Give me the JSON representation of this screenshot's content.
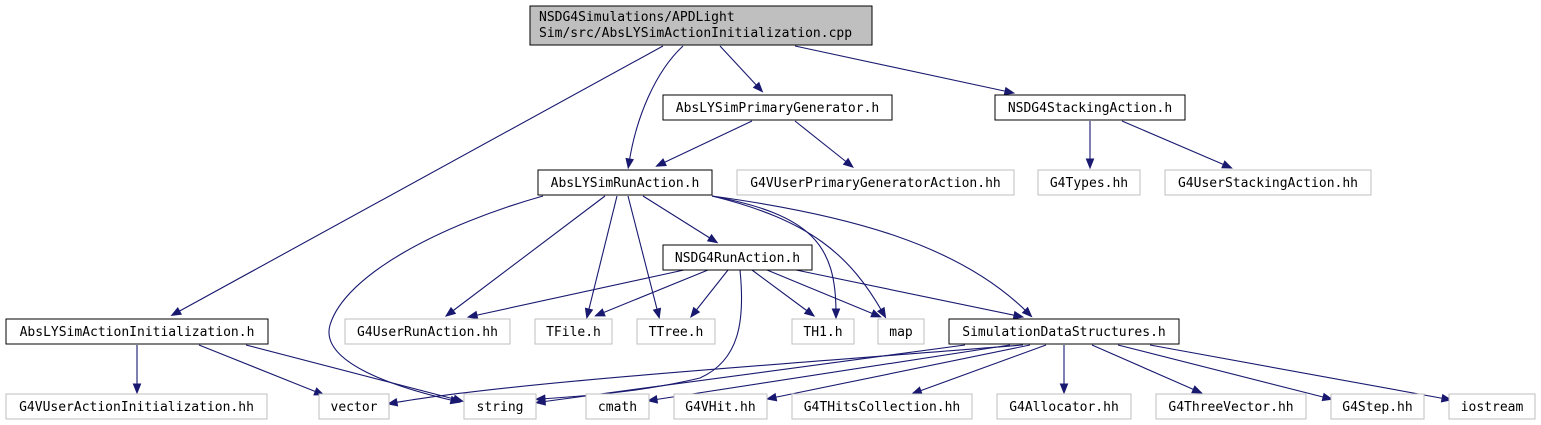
{
  "diagram": {
    "type": "include-dependency-graph",
    "nodes": {
      "root": {
        "lines": [
          "NSDG4Simulations/APDLight",
          "Sim/src/AbsLYSimActionInitialization.cpp"
        ]
      },
      "absLYSimPrimaryGenerator": {
        "label": "AbsLYSimPrimaryGenerator.h"
      },
      "nsdg4StackingAction": {
        "label": "NSDG4StackingAction.h"
      },
      "absLYSimRunAction": {
        "label": "AbsLYSimRunAction.h"
      },
      "g4VUserPrimaryGeneratorAction": {
        "label": "G4VUserPrimaryGeneratorAction.hh"
      },
      "g4Types": {
        "label": "G4Types.hh"
      },
      "g4UserStackingAction": {
        "label": "G4UserStackingAction.hh"
      },
      "nsdg4RunAction": {
        "label": "NSDG4RunAction.h"
      },
      "absLYSimActionInitialization": {
        "label": "AbsLYSimActionInitialization.h"
      },
      "g4UserRunAction": {
        "label": "G4UserRunAction.hh"
      },
      "tFile": {
        "label": "TFile.h"
      },
      "tTree": {
        "label": "TTree.h"
      },
      "th1": {
        "label": "TH1.h"
      },
      "map": {
        "label": "map"
      },
      "simulationDataStructures": {
        "label": "SimulationDataStructures.h"
      },
      "g4VUserActionInitialization": {
        "label": "G4VUserActionInitialization.hh"
      },
      "vector": {
        "label": "vector"
      },
      "string": {
        "label": "string"
      },
      "cmath": {
        "label": "cmath"
      },
      "g4VHit": {
        "label": "G4VHit.hh"
      },
      "g4THitsCollection": {
        "label": "G4THitsCollection.hh"
      },
      "g4Allocator": {
        "label": "G4Allocator.hh"
      },
      "g4ThreeVector": {
        "label": "G4ThreeVector.hh"
      },
      "g4Step": {
        "label": "G4Step.hh"
      },
      "iostream": {
        "label": "iostream"
      }
    },
    "edges": [
      [
        "root",
        "absLYSimActionInitialization"
      ],
      [
        "root",
        "absLYSimRunAction"
      ],
      [
        "root",
        "absLYSimPrimaryGenerator"
      ],
      [
        "root",
        "nsdg4StackingAction"
      ],
      [
        "absLYSimPrimaryGenerator",
        "absLYSimRunAction"
      ],
      [
        "absLYSimPrimaryGenerator",
        "g4VUserPrimaryGeneratorAction"
      ],
      [
        "nsdg4StackingAction",
        "g4Types"
      ],
      [
        "nsdg4StackingAction",
        "g4UserStackingAction"
      ],
      [
        "absLYSimRunAction",
        "nsdg4RunAction"
      ],
      [
        "absLYSimRunAction",
        "g4UserRunAction"
      ],
      [
        "absLYSimRunAction",
        "tFile"
      ],
      [
        "absLYSimRunAction",
        "tTree"
      ],
      [
        "absLYSimRunAction",
        "th1"
      ],
      [
        "absLYSimRunAction",
        "map"
      ],
      [
        "absLYSimRunAction",
        "simulationDataStructures"
      ],
      [
        "absLYSimRunAction",
        "string"
      ],
      [
        "nsdg4RunAction",
        "g4UserRunAction"
      ],
      [
        "nsdg4RunAction",
        "tFile"
      ],
      [
        "nsdg4RunAction",
        "tTree"
      ],
      [
        "nsdg4RunAction",
        "th1"
      ],
      [
        "nsdg4RunAction",
        "map"
      ],
      [
        "nsdg4RunAction",
        "simulationDataStructures"
      ],
      [
        "nsdg4RunAction",
        "string"
      ],
      [
        "absLYSimActionInitialization",
        "g4VUserActionInitialization"
      ],
      [
        "absLYSimActionInitialization",
        "vector"
      ],
      [
        "absLYSimActionInitialization",
        "string"
      ],
      [
        "simulationDataStructures",
        "vector"
      ],
      [
        "simulationDataStructures",
        "string"
      ],
      [
        "simulationDataStructures",
        "cmath"
      ],
      [
        "simulationDataStructures",
        "g4VHit"
      ],
      [
        "simulationDataStructures",
        "g4THitsCollection"
      ],
      [
        "simulationDataStructures",
        "g4Allocator"
      ],
      [
        "simulationDataStructures",
        "g4ThreeVector"
      ],
      [
        "simulationDataStructures",
        "g4Step"
      ],
      [
        "simulationDataStructures",
        "iostream"
      ]
    ],
    "colors": {
      "edge": "#191970",
      "root_fill": "#bfbfbf",
      "local_border": "#000000",
      "external_border": "#bfbfbf"
    }
  }
}
